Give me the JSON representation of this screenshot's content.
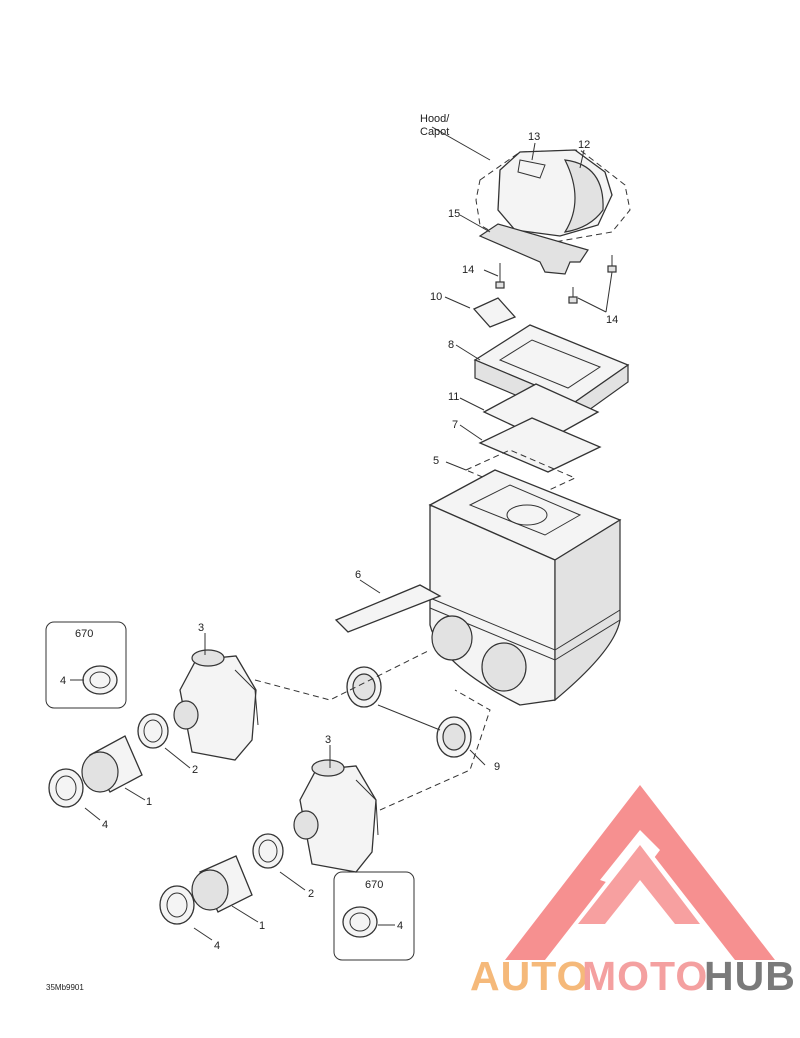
{
  "diagram": {
    "callouts": {
      "c1a": "1",
      "c1b": "1",
      "c2a": "2",
      "c2b": "2",
      "c3a": "3",
      "c3b": "3",
      "c4a": "4",
      "c4b": "4",
      "c4c": "4",
      "c4d": "4",
      "c5": "5",
      "c6": "6",
      "c7": "7",
      "c8": "8",
      "c9": "9",
      "c10": "10",
      "c11": "11",
      "c12": "12",
      "c13": "13",
      "c14a": "14",
      "c14b": "14",
      "c15": "15"
    },
    "hood_label_line1": "Hood/",
    "hood_label_line2": "Capot",
    "box_label_top": "670",
    "box_label_bottom": "670",
    "drawing_code": "35Mb9901"
  },
  "watermark": {
    "text_auto": "AUTO",
    "text_moto": "MOTO",
    "text_hub": "HUB",
    "color_auto": "#f5b97a",
    "color_moto": "#f4a0a0",
    "color_hub": "#7a7a7a",
    "logo_color": "#f36b6b"
  }
}
